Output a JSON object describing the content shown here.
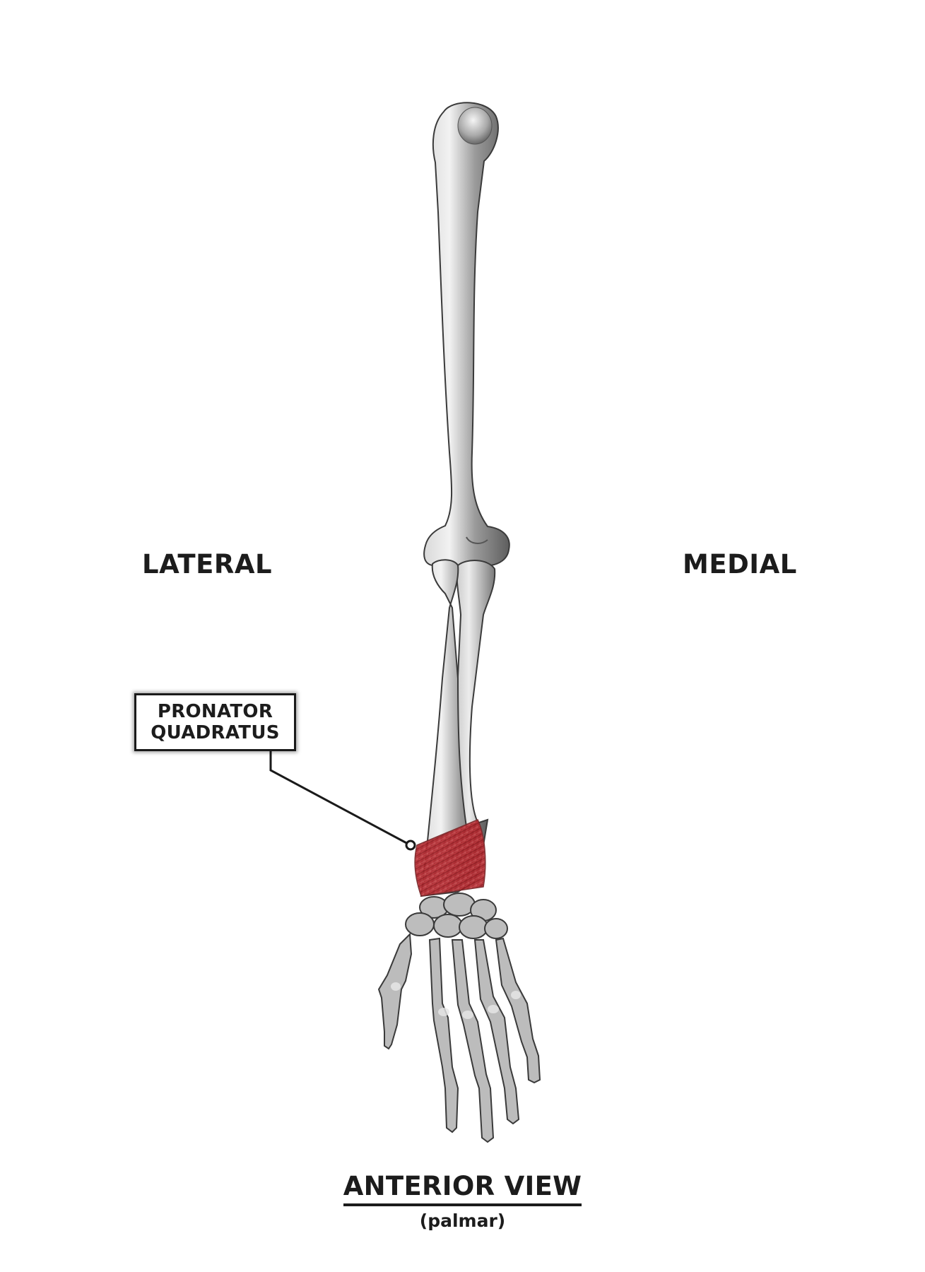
{
  "figure": {
    "view_title": "ANTERIOR VIEW",
    "view_subtitle": "(palmar)",
    "orientation_labels": {
      "left": "LATERAL",
      "right": "MEDIAL"
    },
    "callout": {
      "line1": "PRONATOR",
      "line2": "QUADRATUS",
      "target": "muscle-highlight"
    },
    "colors": {
      "background": "#ffffff",
      "text": "#1c1c1c",
      "bone_light": "#e6e6e6",
      "bone_shade": "#6e6e6e",
      "bone_outline": "#3a3a3a",
      "muscle": "#b3282e"
    },
    "structures": [
      "humerus",
      "radius",
      "ulna",
      "carpals",
      "metacarpals",
      "phalanges",
      "pronator quadratus"
    ]
  }
}
